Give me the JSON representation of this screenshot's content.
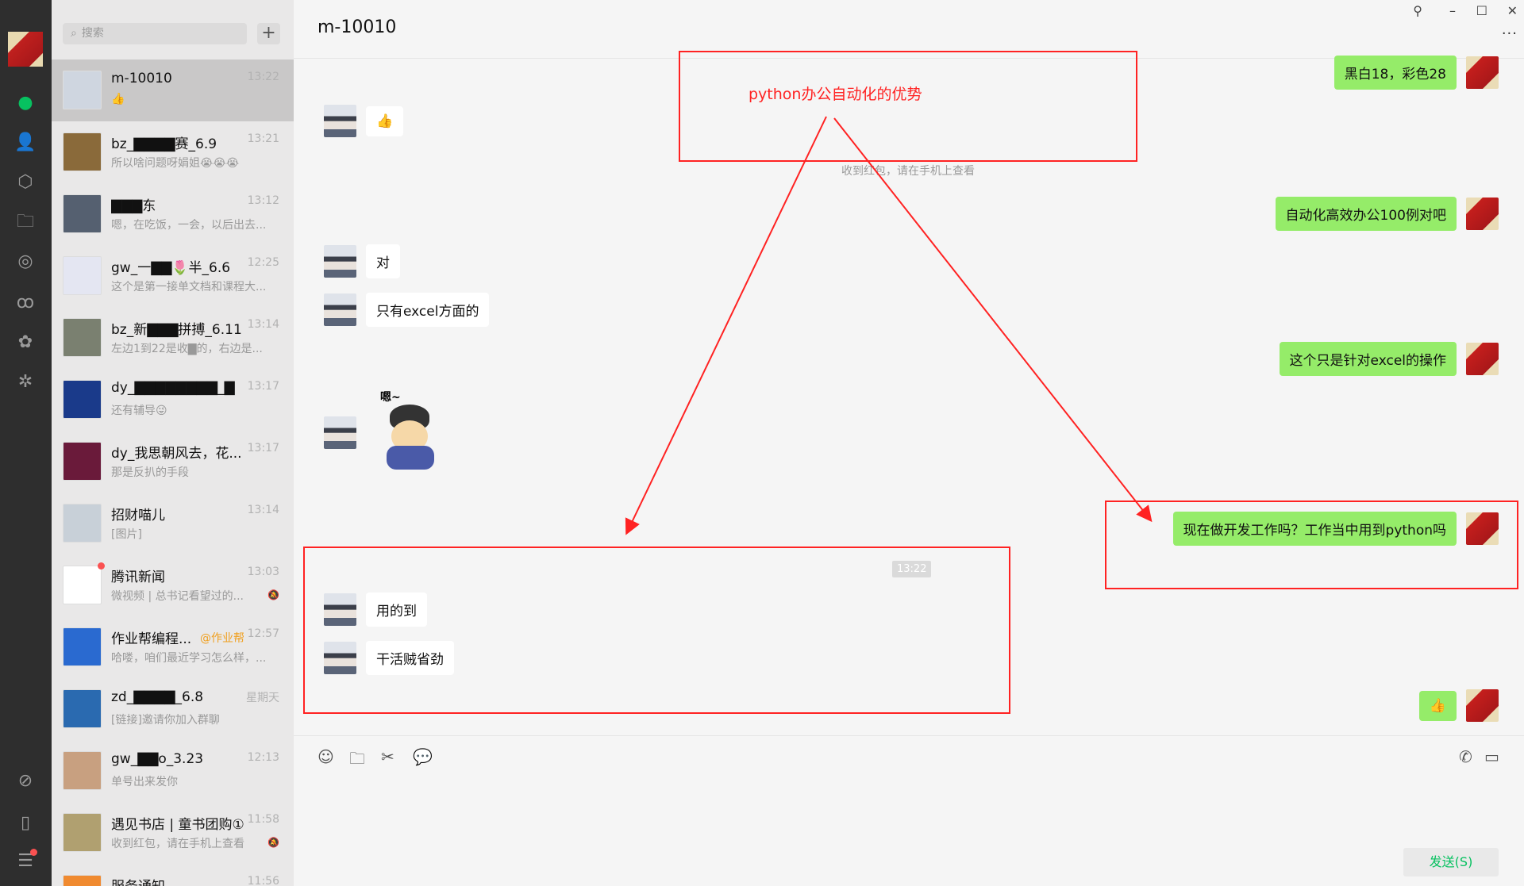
{
  "search": {
    "placeholder": "搜索"
  },
  "chats": [
    {
      "name": "m-10010",
      "time": "13:22",
      "preview": "👍",
      "selected": true,
      "color": "#cfd6e0"
    },
    {
      "name": "bz_▇▇▇▇赛_6.9",
      "time": "13:21",
      "preview": "所以啥问题呀娟姐😭😭😭",
      "color": "#8a6a3a"
    },
    {
      "name": "▇▇▇东",
      "time": "13:12",
      "preview": "嗯，在吃饭，一会，以后出去...",
      "color": "#556070"
    },
    {
      "name": "gw_一▇▇🌷半_6.6",
      "time": "12:25",
      "preview": "这个是第一接单文档和课程大...",
      "color": "#e4e6f2"
    },
    {
      "name": "bz_新▇▇▇拼搏_6.11",
      "time": "13:14",
      "preview": "左边1到22是收▇的，右边是...",
      "color": "#7a8070"
    },
    {
      "name": "dy_▇▇▇▇▇▇▇▇_▇",
      "time": "13:17",
      "preview": "还有辅导😜",
      "color": "#1a3a8a"
    },
    {
      "name": "dy_我思朝风去，花...",
      "time": "13:17",
      "preview": "那是反扒的手段",
      "color": "#6a1a3a"
    },
    {
      "name": "招财喵儿",
      "time": "13:14",
      "preview": "[图片]",
      "color": "#c8d0d8"
    },
    {
      "name": "腾讯新闻",
      "time": "13:03",
      "preview": "微视频 | 总书记看望过的...",
      "color": "#ffffff",
      "badge": true,
      "muted": true
    },
    {
      "name": "作业帮编程...",
      "time": "12:57",
      "preview": "哈喽，咱们最近学习怎么样，...",
      "color": "#2a6ad0",
      "mention": "@作业帮"
    },
    {
      "name": "zd_▇▇▇▇_6.8",
      "time": "星期天",
      "preview": "[链接]邀请你加入群聊",
      "color": "#2a6ab0"
    },
    {
      "name": "gw_▇▇o_3.23",
      "time": "12:13",
      "preview": "单号出来发你",
      "color": "#c8a080"
    },
    {
      "name": "遇见书店 | 童书团购①",
      "time": "11:58",
      "preview": "收到红包，请在手机上查看",
      "color": "#b0a070",
      "muted": true
    },
    {
      "name": "服务通知",
      "time": "11:56",
      "preview": "",
      "color": "#f08a30"
    }
  ],
  "chat": {
    "title": "m-10010",
    "system": "收到红包，请在手机上查看",
    "timestamp": "13:22",
    "messages": [
      {
        "side": "right",
        "text": "黑白18，彩色28"
      },
      {
        "side": "left",
        "text": "👍"
      },
      {
        "side": "right",
        "text": "自动化高效办公100例对吧"
      },
      {
        "side": "left",
        "text": "对"
      },
      {
        "side": "left",
        "text": "只有excel方面的"
      },
      {
        "side": "right",
        "text": "这个只是针对excel的操作"
      },
      {
        "side": "left",
        "text": "嗯~"
      },
      {
        "side": "right",
        "text": "现在做开发工作吗？工作当中用到python吗"
      },
      {
        "side": "left",
        "text": "用的到"
      },
      {
        "side": "left",
        "text": "干活贼省劲"
      },
      {
        "side": "right",
        "text": "👍"
      }
    ]
  },
  "annotation": {
    "label": "python办公自动化的优势",
    "color": "#ff2222"
  },
  "input": {
    "send_label": "发送(S)"
  }
}
